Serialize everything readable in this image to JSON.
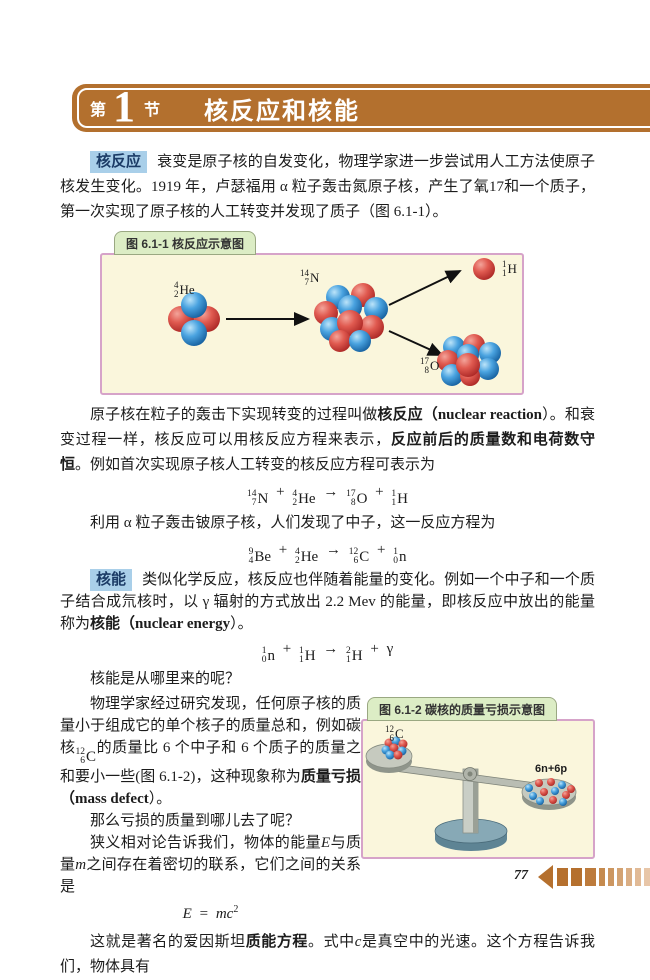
{
  "header": {
    "section_prefix": "第",
    "section_number": "1",
    "section_suffix": "节",
    "title": "核反应和核能"
  },
  "intro": {
    "label": "核反应",
    "text": "衰变是原子核的自发变化，物理学家进一步尝试用人工方法使原子核发生变化。1919 年，卢瑟福用 α 粒子轰击氮原子核，产生了氧17和一个质子，第一次实现了原子核的人工转变并发现了质子（图 6.1-1）。"
  },
  "fig1": {
    "caption": "图 6.1-1 核反应示意图",
    "he": {
      "m": "4",
      "c": "2",
      "s": "He"
    },
    "n": {
      "m": "14",
      "c": "7",
      "s": "N"
    },
    "h": {
      "m": "1",
      "c": "1",
      "s": "H"
    },
    "o": {
      "m": "17",
      "c": "8",
      "s": "O"
    }
  },
  "para2": {
    "p1": "原子核在粒子的轰击下实现转变的过程叫做",
    "term": "核反应",
    "po": "（",
    "en": "nuclear reaction",
    "pc": "）。和衰变过程一样，核反应可以用核反应方程来表示，",
    "emph": "反应前后的质量数和电荷数守恒",
    "p2": "。例如首次实现原子核人工转变的核反应方程可表示为"
  },
  "eq1": {
    "t0": {
      "m": "14",
      "c": "7",
      "s": "N"
    },
    "t1": {
      "m": "4",
      "c": "2",
      "s": "He"
    },
    "t2": {
      "m": "17",
      "c": "8",
      "s": "O"
    },
    "t3": {
      "m": "1",
      "c": "1",
      "s": "H"
    }
  },
  "para3": "利用 α 粒子轰击铍原子核，人们发现了中子，这一反应方程为",
  "eq2": {
    "t0": {
      "m": "9",
      "c": "4",
      "s": "Be"
    },
    "t1": {
      "m": "4",
      "c": "2",
      "s": "He"
    },
    "t2": {
      "m": "12",
      "c": "6",
      "s": "C"
    },
    "t3": {
      "m": "1",
      "c": "0",
      "s": "n"
    }
  },
  "energy": {
    "label": "核能",
    "p1": "类似化学反应，核反应也伴随着能量的变化。例如一个中子和一个质子结合成氘核时，以 γ 辐射的方式放出 2.2 Mev 的能量，即核反应中放出的能量称为",
    "term": "核能",
    "po": "（",
    "en": "nuclear energy",
    "pc": "）。"
  },
  "eq3": {
    "t0": {
      "m": "1",
      "c": "0",
      "s": "n"
    },
    "t1": {
      "m": "1",
      "c": "1",
      "s": "H"
    },
    "t2": {
      "m": "2",
      "c": "1",
      "s": "H"
    }
  },
  "para5": "核能是从哪里来的呢？",
  "para6": {
    "p1": "物理学家经过研究发现，任何原子核的质量小于组成它的单个核子的质量总和，例如碳核",
    "nuc": {
      "m": "12",
      "c": "6",
      "s": "C"
    },
    "p2": "的质量比 6 个中子和 6 个质子的质量之和要小一些(图 6.1-2)，这种现象称为",
    "term": "质量亏损",
    "po": "（",
    "en": "mass defect",
    "pc": "）。"
  },
  "para7": "那么亏损的质量到哪儿去了呢？",
  "para8": {
    "p1": "狭义相对论告诉我们，物体的能量",
    "v1": "E",
    "p2": "与质量",
    "v2": "m",
    "p3": "之间存在着密切的联系，它们之间的关系是"
  },
  "eq4": {
    "lhs": "E",
    "op": "=",
    "rhs": "mc",
    "exp": "2"
  },
  "para9": {
    "p1": "这就是著名的爱因斯坦",
    "term": "质能方程",
    "p2": "。式中",
    "v": "c",
    "p3": "是真空中的光速。这个方程告诉我们，物体具有"
  },
  "fig2": {
    "caption": "图 6.1-2 碳核的质量亏损示意图",
    "left": {
      "m": "12",
      "c": "6",
      "s": "C"
    },
    "right_label": "6n+6p"
  },
  "ops": {
    "plus": "+",
    "arrow": "→",
    "gamma": "γ"
  },
  "footer": {
    "page_number": "77"
  },
  "colors": {
    "banner_brown": "#b3702e",
    "term_highlight_bg": "#a9cfe9",
    "figure_border_pink": "#d6a3c9",
    "figure_bg_cream": "#faf6dc",
    "caption_tab_green": "#dcedc5",
    "proton_red": "#d9534f",
    "neutron_blue": "#4aa3e0",
    "balance_base_slate": "#7d9dac",
    "edge_arrow_brown": "#b5702e"
  }
}
